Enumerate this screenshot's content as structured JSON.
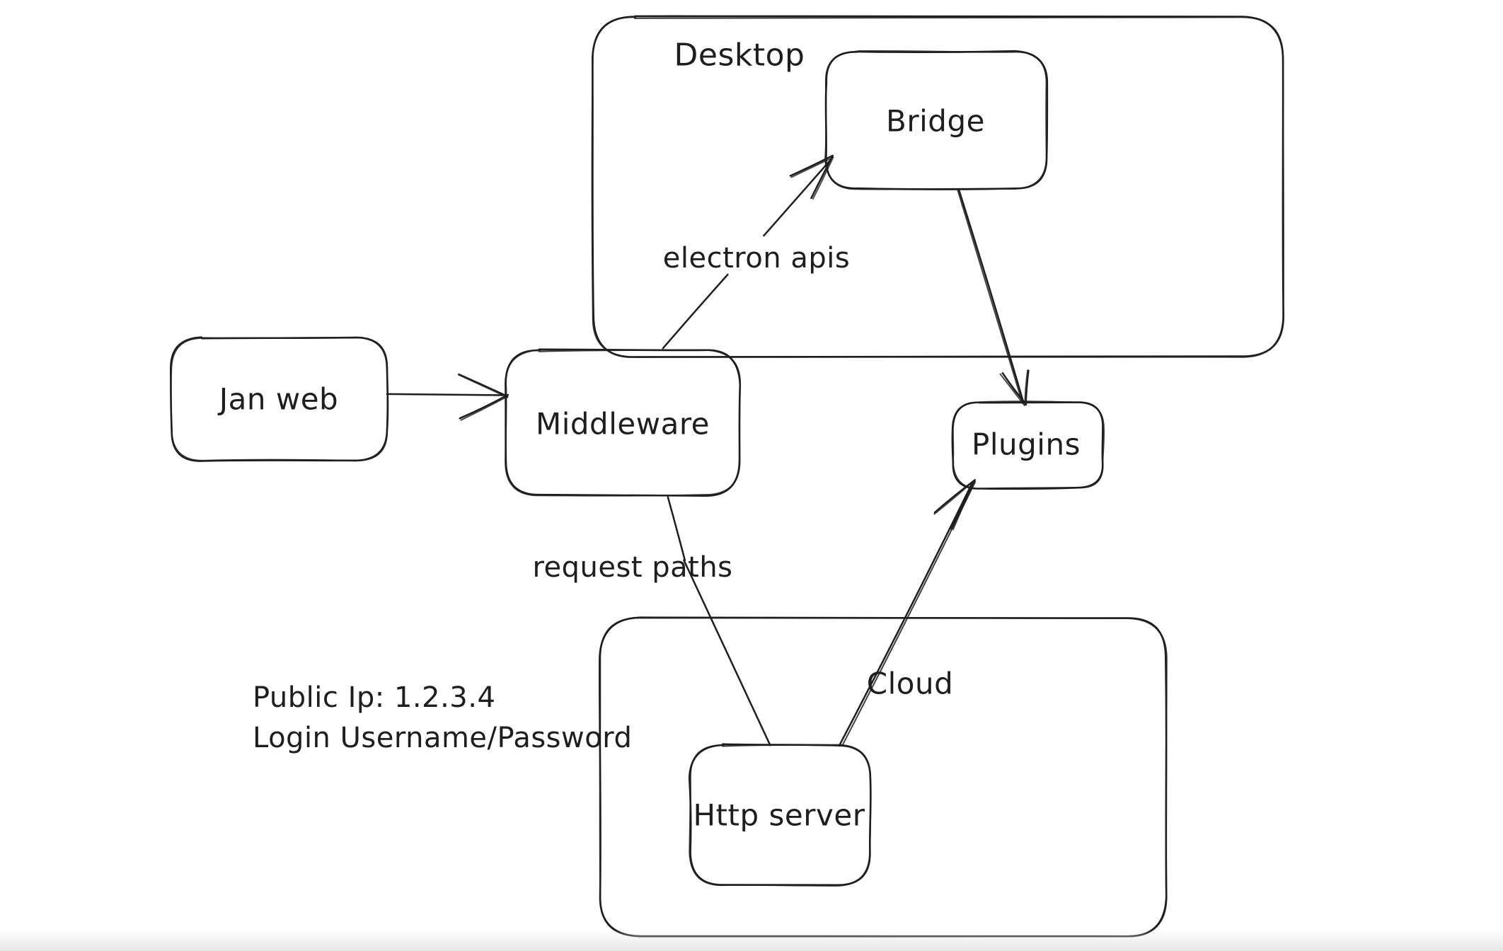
{
  "diagram": {
    "containers": {
      "desktop": {
        "label": "Desktop"
      },
      "cloud": {
        "label": "Cloud"
      }
    },
    "nodes": {
      "jan_web": {
        "label": "Jan web"
      },
      "middleware": {
        "label": "Middleware"
      },
      "bridge": {
        "label": "Bridge"
      },
      "plugins": {
        "label": "Plugins"
      },
      "http_server": {
        "label": "Http server"
      }
    },
    "edges": {
      "jan_web_to_middleware": {
        "from": "Jan web",
        "to": "Middleware",
        "label": ""
      },
      "middleware_to_bridge": {
        "from": "Middleware",
        "to": "Bridge",
        "label": "electron apis"
      },
      "bridge_to_plugins": {
        "from": "Bridge",
        "to": "Plugins",
        "label": ""
      },
      "middleware_to_http_server": {
        "from": "Middleware",
        "to": "Http server",
        "label": "request paths"
      },
      "http_server_to_plugins": {
        "from": "Http server",
        "to": "Plugins",
        "label": ""
      }
    },
    "annotations": {
      "public_ip": "Public Ip: 1.2.3.4",
      "login": "Login Username/Password"
    },
    "colors": {
      "stroke": "#1e1e1e",
      "background": "#ffffff",
      "bottom_edge": "#e7e7e7"
    }
  }
}
